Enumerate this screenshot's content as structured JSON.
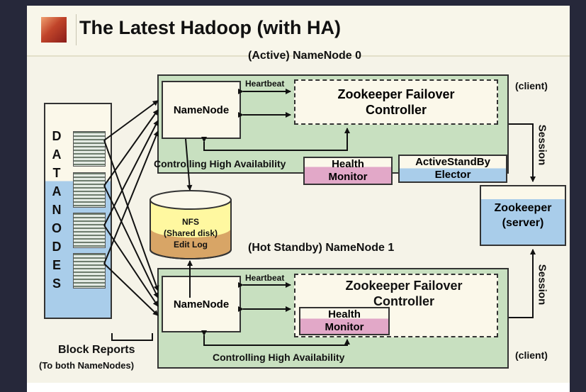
{
  "title": "The Latest Hadoop (with HA)",
  "labels": {
    "active_namenode": "(Active)  NameNode 0",
    "hot_standby": "(Hot Standby)  NameNode 1",
    "client_top": "(client)",
    "client_bottom": "(client)",
    "session_top": "Session",
    "session_bottom": "Session",
    "block_reports": "Block Reports",
    "block_reports_sub": "(To both NameNodes)"
  },
  "datanodes": {
    "letters": [
      "D",
      "A",
      "T",
      "A",
      "N",
      "O",
      "D",
      "E",
      "S"
    ]
  },
  "active_group": {
    "namenode": "NameNode",
    "heartbeat": "Heartbeat",
    "zkfc_line1": "Zookeeper Failover",
    "zkfc_line2": "Controller",
    "controlling": "Controlling High Availability",
    "health_line1": "Health",
    "health_line2": "Monitor",
    "elector_line1": "ActiveStandBy",
    "elector_line2": "Elector"
  },
  "standby_group": {
    "namenode": "NameNode",
    "heartbeat": "Heartbeat",
    "zkfc_line1": "Zookeeper Failover",
    "zkfc_line2": "Controller",
    "health_line1": "Health",
    "health_line2": "Monitor",
    "controlling": "Controlling High Availability"
  },
  "nfs": {
    "line1": "NFS",
    "line2": "(Shared disk)",
    "line3": "Edit Log"
  },
  "zookeeper": {
    "line1": "Zookeeper",
    "line2": "(server)"
  },
  "colors": {
    "green": "#c8e0c0",
    "blue": "#a9cdea",
    "pink": "#e2a8c8",
    "nfs_top": "#fff8a0",
    "nfs_bottom": "#d8a566"
  }
}
